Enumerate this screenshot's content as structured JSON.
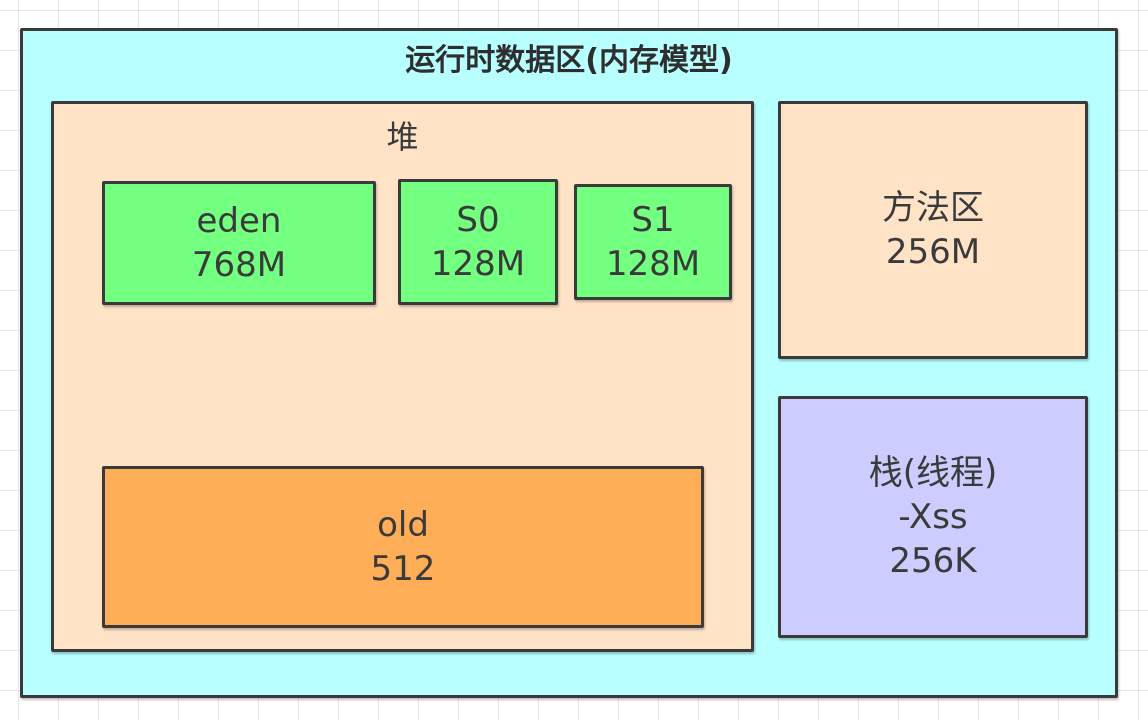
{
  "diagram": {
    "title": "运行时数据区(内存模型)",
    "heap": {
      "label": "堆",
      "eden": {
        "name": "eden",
        "size": "768M"
      },
      "s0": {
        "name": "S0",
        "size": "128M"
      },
      "s1": {
        "name": "S1",
        "size": "128M"
      },
      "old": {
        "name": "old",
        "size": "512"
      }
    },
    "method_area": {
      "name": "方法区",
      "size": "256M"
    },
    "stack": {
      "name": "栈(线程)",
      "param": "-Xss",
      "size": "256K"
    }
  },
  "colors": {
    "runtime_bg": "#b8ffff",
    "heap_bg": "#ffe3c7",
    "young_bg": "#73ff80",
    "old_bg": "#ffad57",
    "stack_bg": "#ccccff",
    "border": "#3a3a3a"
  }
}
